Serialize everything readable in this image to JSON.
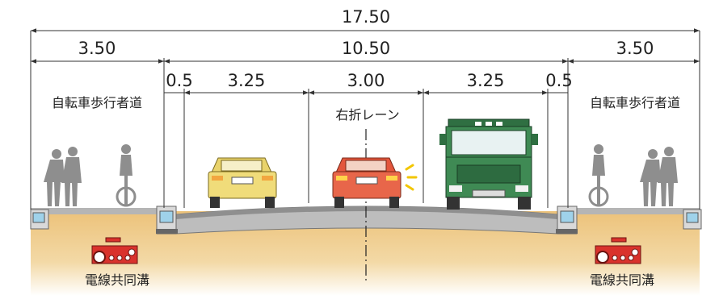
{
  "dimensions": {
    "total": "17.50",
    "sidewalk_left": "3.50",
    "carriageway": "10.50",
    "sidewalk_right": "3.50",
    "shoulder_left": "0.5",
    "lane_left": "3.25",
    "lane_center": "3.00",
    "lane_right": "3.25",
    "shoulder_right": "0.5"
  },
  "labels": {
    "sidewalk_left": "自転車歩行者道",
    "sidewalk_right": "自転車歩行者道",
    "center_lane": "右折レーン",
    "utility_left": "電線共同溝",
    "utility_right": "電線共同溝"
  },
  "colors": {
    "ground": "#ecc27a",
    "pavement": "#9a9a9a",
    "people": "#8e8e8e",
    "car_yellow": "#f0dc7a",
    "car_red": "#e8664a",
    "truck_green": "#3f8a54",
    "utility_red": "#d9322c"
  }
}
